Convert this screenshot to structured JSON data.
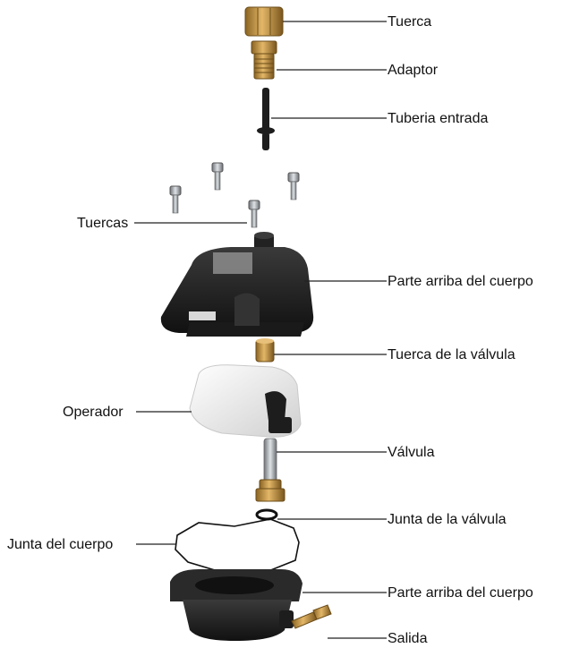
{
  "labels": {
    "tuerca": "Tuerca",
    "adaptor": "Adaptor",
    "tuberia_entrada": "Tuberia entrada",
    "tuercas": "Tuercas",
    "parte_arriba_1": "Parte arriba del cuerpo",
    "tuerca_valvula": "Tuerca de la válvula",
    "operador": "Operador",
    "valvula": "Válvula",
    "junta_valvula": "Junta de la válvula",
    "junta_cuerpo": "Junta del cuerpo",
    "parte_arriba_2": "Parte arriba del cuerpo",
    "salida": "Salida"
  },
  "colors": {
    "brass": "#c9963e",
    "brass_dark": "#8a6322",
    "black_plastic": "#1d1d1d",
    "steel": "#a9aeb3",
    "white_plastic": "#ececec",
    "line": "#222222"
  }
}
